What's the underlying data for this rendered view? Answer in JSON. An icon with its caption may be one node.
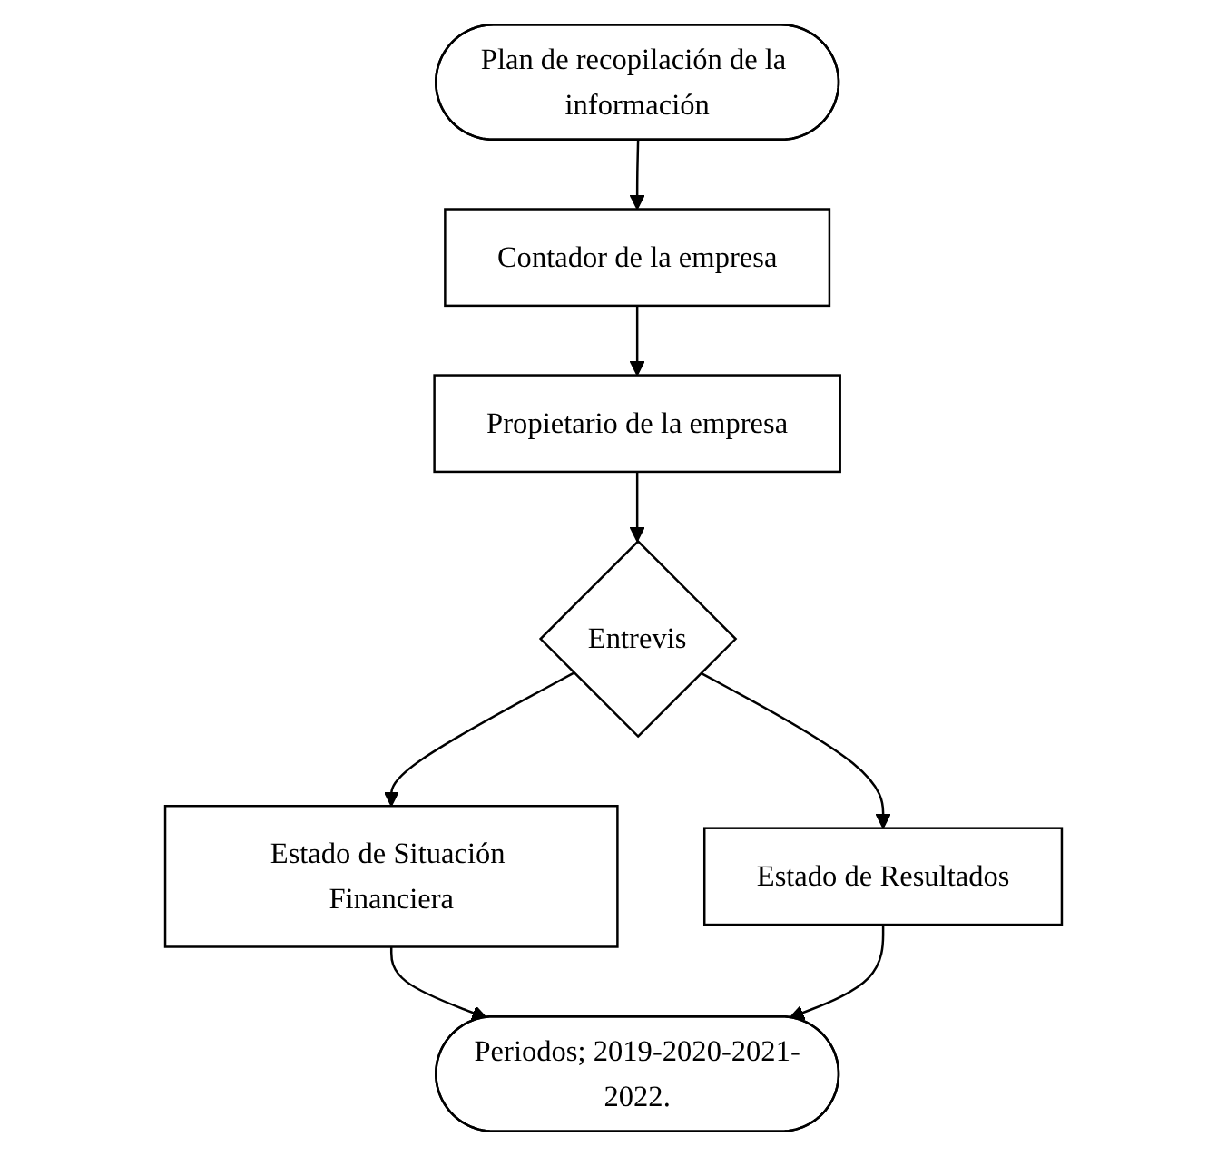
{
  "diagram": {
    "nodes": [
      {
        "text": [
          "Plan de recopilación de la información"
        ]
      },
      {
        "text": [
          "Contador de la empresa"
        ]
      },
      {
        "text": [
          "Propietario de la empresa"
        ]
      },
      {
        "text": [
          "Entrevis"
        ]
      },
      {
        "text": [
          "Estado de Situación Financiera"
        ]
      },
      {
        "text": [
          "Estado de Resultados"
        ]
      },
      {
        "text": [
          "Periodos; 2019-2020-2021-2022."
        ]
      }
    ],
    "edges": [
      {
        "from": 0,
        "to": 1,
        "arrow": "to"
      },
      {
        "from": 1,
        "to": 2,
        "arrow": "to"
      },
      {
        "from": 2,
        "to": 3,
        "arrow": "to"
      },
      {
        "from": 3,
        "to": 4,
        "arrow": "to"
      },
      {
        "from": 3,
        "to": 5,
        "arrow": "to"
      },
      {
        "from": 4,
        "to": 6,
        "arrow": "to"
      },
      {
        "from": 5,
        "to": 6,
        "arrow": "to"
      }
    ]
  }
}
